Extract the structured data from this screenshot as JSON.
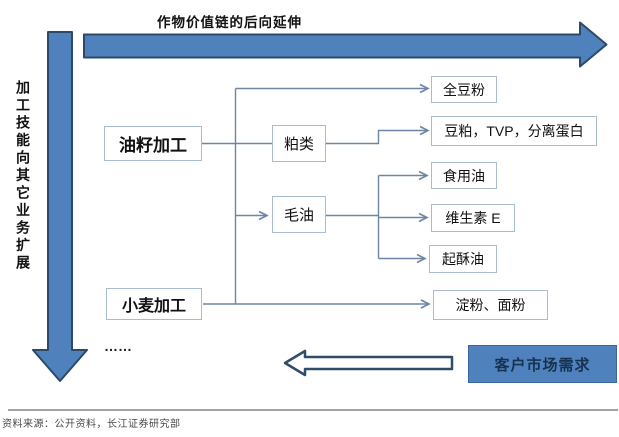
{
  "diagram": {
    "top_arrow_label": "作物价值链的后向延伸",
    "left_arrow_label": "加工技能向其它业务扩展",
    "processors": [
      {
        "label": "油籽加工"
      },
      {
        "label": "小麦加工"
      }
    ],
    "intermediates": [
      {
        "label": "粕类"
      },
      {
        "label": "毛油"
      }
    ],
    "products": [
      {
        "label": "全豆粉"
      },
      {
        "label": "豆粕，TVP，分离蛋白"
      },
      {
        "label": "食用油"
      },
      {
        "label": "维生素 E"
      },
      {
        "label": "起酥油"
      },
      {
        "label": "淀粉、面粉"
      }
    ],
    "ellipsis": "……",
    "demand_label": "客户市场需求"
  },
  "footer": {
    "source": "资料来源：公开资料，长江证券研究部"
  },
  "colors": {
    "arrow_fill": "#4f81bd",
    "arrow_border": "#2c4a68",
    "connector": "#6e86a2",
    "box_border": "#a9bccf",
    "demand_box_fill": "#4f81bd",
    "demand_text": "#16324f"
  }
}
